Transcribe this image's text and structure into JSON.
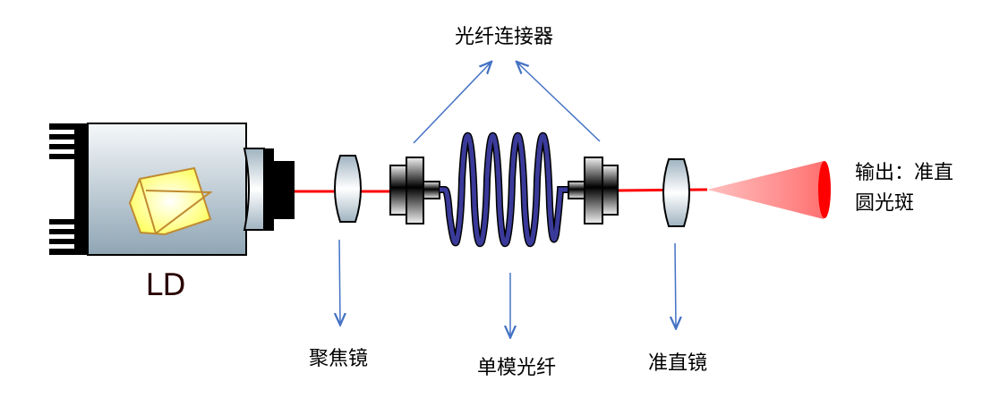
{
  "labels": {
    "ld": "LD",
    "connector": "光纤连接器",
    "focusing_lens": "聚焦镜",
    "single_mode_fiber": "单模光纤",
    "collimator": "准直镜",
    "output_line1": "输出：准直",
    "output_line2": "圆光斑"
  },
  "colors": {
    "beam": "#ff0000",
    "fiber": "#1f1f7a",
    "arrow": "#4472c4",
    "crystal": "#ffff66",
    "ld_text": "#2a0000"
  }
}
